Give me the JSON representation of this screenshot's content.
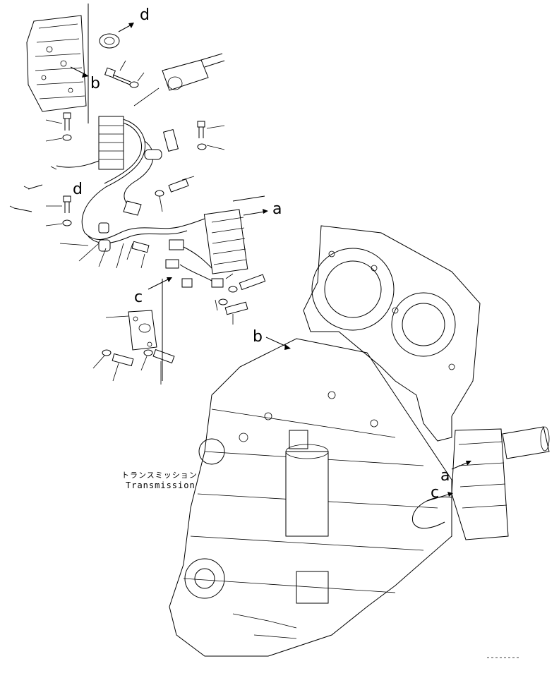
{
  "labels": {
    "a": "a",
    "b": "b",
    "c": "c",
    "d": "d"
  },
  "component_label": {
    "japanese": "トランスミッション",
    "english": "Transmission"
  }
}
